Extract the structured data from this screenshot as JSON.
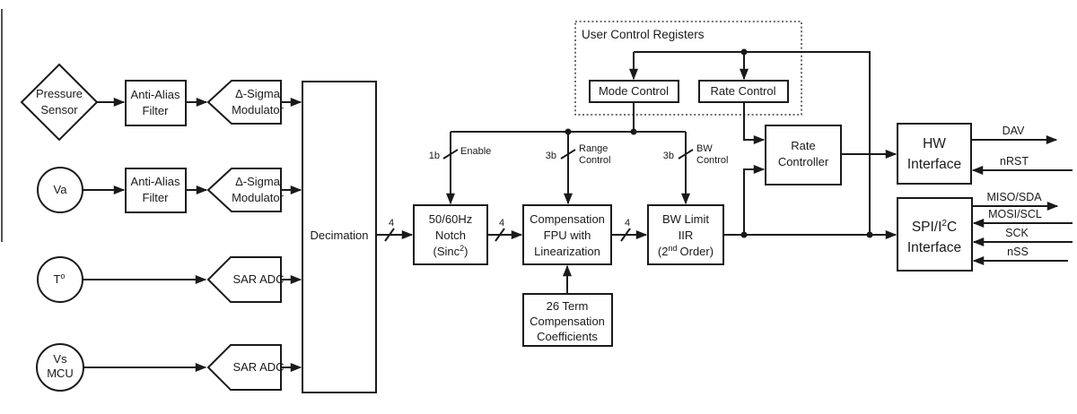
{
  "sources": {
    "pressure_sensor": {
      "line1": "Pressure",
      "line2": "Sensor"
    },
    "va": {
      "label": "Va"
    },
    "temperature": {
      "base": "T",
      "sup": "o"
    },
    "vs_mcu": {
      "line1": "Vs",
      "line2": "MCU"
    }
  },
  "blocks": {
    "anti_alias": {
      "line1": "Anti-Alias",
      "line2": "Filter"
    },
    "delta_sigma": {
      "line1": "Δ-Sigma",
      "line2": "Modulator"
    },
    "sar_adc": {
      "label": "SAR ADC"
    },
    "decimation": {
      "label": "Decimation"
    },
    "notch": {
      "line1": "50/60Hz",
      "line2": "Notch",
      "line3_pre": "(Sinc",
      "line3_sup": "2",
      "line3_post": ")"
    },
    "compensation_fpu": {
      "line1": "Compensation",
      "line2": "FPU with",
      "line3": "Linearization"
    },
    "bw_limit": {
      "line1": "BW Limit",
      "line2": "IIR",
      "line3_pre": "(2",
      "line3_sup": "nd",
      "line3_post": "Order)"
    },
    "coefficients": {
      "line1": "26 Term",
      "line2": "Compensation",
      "line3": "Coefficients"
    },
    "mode_control": {
      "label": "Mode Control"
    },
    "rate_control": {
      "label": "Rate Control"
    },
    "rate_controller": {
      "line1": "Rate",
      "line2": "Controller"
    },
    "hw_interface": {
      "line1": "HW",
      "line2": "Interface"
    },
    "spi_i2c_interface": {
      "line1_pre": "SPI/I",
      "line1_sup": "2",
      "line1_post": "C",
      "line2": "Interface"
    }
  },
  "groups": {
    "user_control_registers": {
      "title": "User Control Registers"
    }
  },
  "bus": {
    "width4": "4",
    "width1b": "1b",
    "width3b": "3b",
    "enable": "Enable",
    "range_line1": "Range",
    "range_line2": "Control",
    "bw_line1": "BW",
    "bw_line2": "Control"
  },
  "signals": {
    "dav": "DAV",
    "nrst": "nRST",
    "miso_sda": "MISO/SDA",
    "mosi_scl": "MOSI/SCL",
    "sck": "SCK",
    "nss": "nSS"
  },
  "colors": {
    "ink": "#1a1a1a",
    "background": "#ffffff"
  }
}
